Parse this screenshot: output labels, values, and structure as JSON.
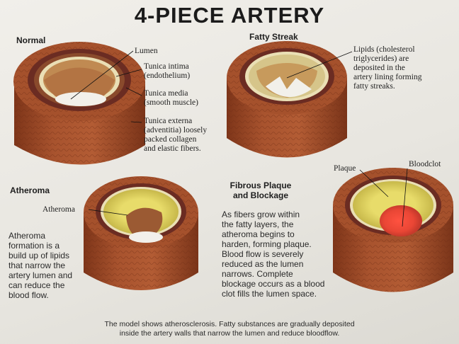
{
  "title": "4-PIECE ARTERY",
  "panels": {
    "normal": {
      "heading": "Normal",
      "labels": {
        "lumen": "Lumen",
        "intima": "Tunica intima\n(endothelium)",
        "media": "Tunica media\n(smooth muscle)",
        "externa": "Tunica externa\n(adventitia) loosely\npacked collagen\nand elastic fibers."
      }
    },
    "fatty": {
      "heading": "Fatty Streak",
      "labels": {
        "lipids": "Lipids (cholesterol\ntriglycerides) are\ndeposited in the\nartery lining forming\nfatty streaks."
      }
    },
    "atheroma": {
      "heading": "Atheroma",
      "labels": {
        "atheroma": "Atheroma"
      },
      "description": "Atheroma\nformation is a\nbuild up of lipids\nthat narrow the\nartery lumen and\ncan reduce the\nblood flow."
    },
    "fibrous": {
      "heading": "Fibrous Plaque\nand Blockage",
      "labels": {
        "plaque": "Plaque",
        "bloodclot": "Bloodclot"
      },
      "description": "As fibers grow within\nthe fatty layers, the\natheroma begins to\nharden, forming plaque.\nBlood flow is severely\nreduced as the lumen\nnarrows. Complete\nblockage occurs as a blood\nclot fills the lumen space."
    }
  },
  "caption": "The model shows atherosclerosis. Fatty substances are gradually deposited\ninside the artery walls that narrow the lumen and reduce bloodflow.",
  "colors": {
    "externa": "#a34e2e",
    "externa_dark": "#7a3418",
    "media": "#6b2c22",
    "intima": "#eadfb5",
    "fat": "#d9cd5a",
    "clot": "#e0412e",
    "lumen": "#f2f0ea"
  }
}
